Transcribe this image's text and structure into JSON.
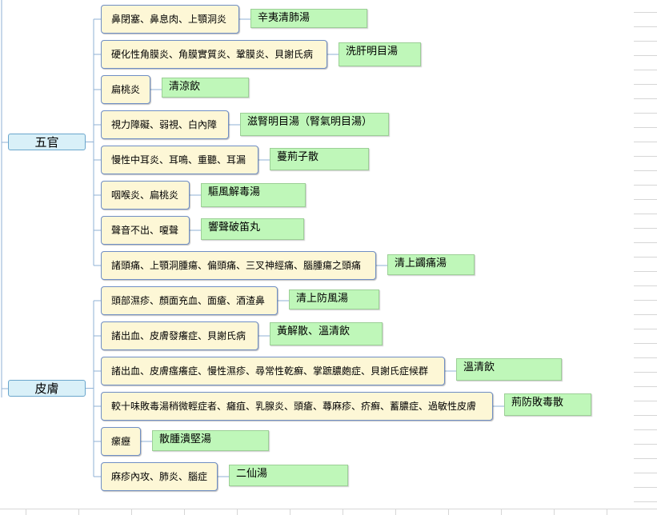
{
  "categories": [
    {
      "label": "五官",
      "items": [
        {
          "topic": "鼻閉塞、鼻息肉、上顎洞炎",
          "formula": "辛夷清肺湯"
        },
        {
          "topic": "硬化性角膜炎、角膜實質炎、鞏膜炎、貝謝氏病",
          "formula": "洗肝明目湯"
        },
        {
          "topic": "扁桃炎",
          "formula": "清涼飲"
        },
        {
          "topic": "視力障礙、弱視、白內障",
          "formula": "滋腎明目湯（腎氣明目湯）"
        },
        {
          "topic": "慢性中耳炎、耳鳴、重聽、耳漏",
          "formula": "蔓荊子散"
        },
        {
          "topic": "咽喉炎、扁桃炎",
          "formula": "驅風解毒湯"
        },
        {
          "topic": "聲音不出、嗄聲",
          "formula": "響聲破笛丸"
        },
        {
          "topic": "諸頭痛、上顎洞腫瘍、偏頭痛、三叉神經痛、腦腫瘍之頭痛",
          "formula": "清上蠲痛湯"
        }
      ]
    },
    {
      "label": "皮膚",
      "items": [
        {
          "topic": "頭部濕疹、顏面充血、面瘡、酒渣鼻",
          "formula": "清上防風湯"
        },
        {
          "topic": "諸出血、皮膚發癢症、貝謝氏病",
          "formula": "黃解散、溫清飲"
        },
        {
          "topic": "諸出血、皮膚瘙癢症、慢性濕疹、尋常性乾癬、掌蹠膿皰症、貝謝氏症候群",
          "formula": "溫清飲"
        },
        {
          "topic": "較十味敗毒湯稍微輕症者、癰疽、乳腺炎、頭瘡、蕁麻疹、疥癬、蓄膿症、過敏性皮膚",
          "formula": "荊防敗毒散"
        },
        {
          "topic": "瘰癧",
          "formula": "散腫潰堅湯"
        },
        {
          "topic": "麻疹內攻、肺炎、腦症",
          "formula": "二仙湯"
        }
      ]
    }
  ]
}
